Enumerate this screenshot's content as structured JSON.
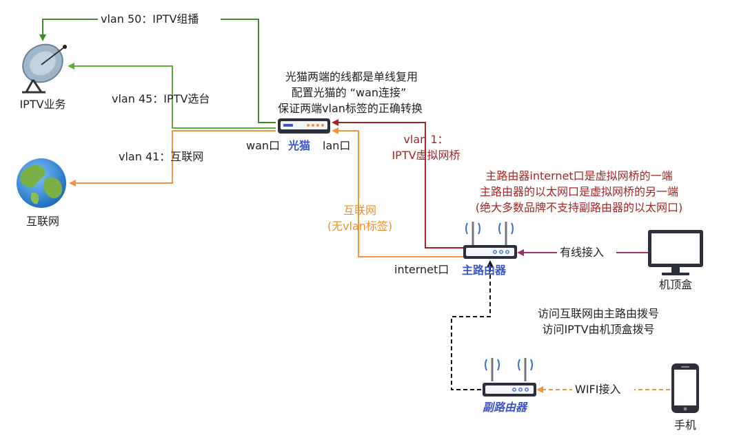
{
  "colors": {
    "green": "#60a83c",
    "dark_green": "#3d8a2c",
    "orange": "#f0953a",
    "red": "#a32626",
    "purple": "#a0306a",
    "black": "#111111",
    "blue_label": "#3b55c9"
  },
  "nodes": {
    "iptv": {
      "label": "IPTV业务",
      "icon": "satellite-dish-icon"
    },
    "internet": {
      "label": "互联网",
      "icon": "globe-icon"
    },
    "modem": {
      "label": "光猫",
      "wan": "wan口",
      "lan": "lan口",
      "icon": "modem-icon"
    },
    "main_router": {
      "label": "主路由器",
      "port": "internet口",
      "icon": "router-icon"
    },
    "sub_router": {
      "label": "副路由器",
      "icon": "router-icon"
    },
    "settop": {
      "label": "机顶盒",
      "icon": "monitor-icon"
    },
    "phone": {
      "label": "手机",
      "icon": "smartphone-icon"
    }
  },
  "edges": {
    "vlan50": "vlan 50：IPTV组播",
    "vlan45": "vlan 45：IPTV选台",
    "vlan41": "vlan 41：互联网",
    "vlan1_line1": "vlan 1：",
    "vlan1_line2": "IPTV虚拟网桥",
    "internet_line1": "互联网",
    "internet_line2": "(无vlan标签)",
    "wired": "有线接入",
    "wifi": "WIFI接入"
  },
  "notes": {
    "modem_note": [
      "光猫两端的线都是单线复用",
      "配置光猫的 “wan连接”",
      "保证两端vlan标签的正确转换"
    ],
    "bridge_note": [
      "主路由器internet口是虚拟网桥的一端",
      "主路由器的以太网口是虚拟网桥的另一端",
      "(绝大多数品牌不支持副路由器的以太网口)"
    ],
    "dial_note": [
      "访问互联网由主路由拨号",
      "访问IPTV由机顶盒拨号"
    ]
  }
}
